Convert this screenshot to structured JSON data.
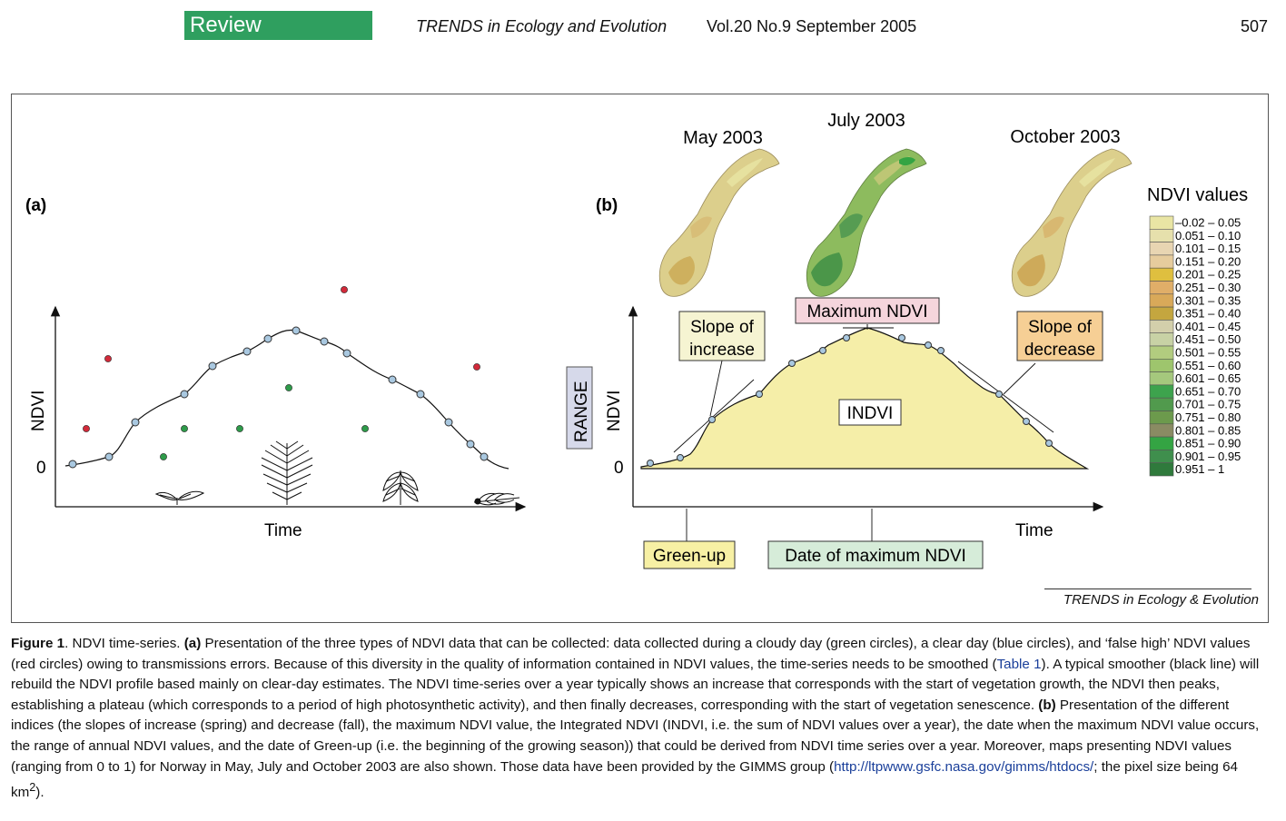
{
  "header": {
    "section": "Review",
    "journal": "TRENDS in Ecology and Evolution",
    "volume": "Vol.20 No.9  September 2005",
    "page": "507"
  },
  "figure": {
    "credit": "TRENDS in Ecology & Evolution",
    "panel_a": {
      "label": "(a)",
      "ylabel": "NDVI",
      "xlabel": "Time",
      "zero": "0"
    },
    "panel_b": {
      "label": "(b)",
      "ylabel": "NDVI",
      "range_label": "RANGE",
      "xlabel": "Time",
      "zero": "0",
      "area_label": "INDVI",
      "max_label": "Maximum NDVI",
      "slope_inc": [
        "Slope of",
        "increase"
      ],
      "slope_dec": [
        "Slope of",
        "decrease"
      ],
      "greenup": "Green-up",
      "date_max": "Date of maximum NDVI",
      "colors": {
        "area": "#f5eea8",
        "max_box": "#f5d5dc",
        "slope_inc_box": "#f6f4d2",
        "slope_dec_box": "#f6cf95",
        "greenup_box": "#f7f0a4",
        "date_max_box": "#d6ecd9",
        "range_box": "#d6d9ea"
      }
    },
    "maps": [
      {
        "label": "May 2003"
      },
      {
        "label": "July 2003"
      },
      {
        "label": "October 2003"
      }
    ],
    "legend": {
      "title": "NDVI values",
      "items": [
        {
          "label": "–0.02 – 0.05",
          "color": "#e9e5a4"
        },
        {
          "label": "0.051 – 0.10",
          "color": "#e6e0ac"
        },
        {
          "label": "0.101 – 0.15",
          "color": "#e8d5b2"
        },
        {
          "label": "0.151 – 0.20",
          "color": "#e6cc9d"
        },
        {
          "label": "0.201 – 0.25",
          "color": "#dfbf3f"
        },
        {
          "label": "0.251 – 0.30",
          "color": "#e0ae68"
        },
        {
          "label": "0.301 – 0.35",
          "color": "#d9a959"
        },
        {
          "label": "0.351 – 0.40",
          "color": "#c4a63f"
        },
        {
          "label": "0.401 – 0.45",
          "color": "#d3cfab"
        },
        {
          "label": "0.451 – 0.50",
          "color": "#c8d2a5"
        },
        {
          "label": "0.501 – 0.55",
          "color": "#b2cc7f"
        },
        {
          "label": "0.551 – 0.60",
          "color": "#9ec56d"
        },
        {
          "label": "0.601 – 0.65",
          "color": "#a5c87d"
        },
        {
          "label": "0.651 – 0.70",
          "color": "#3da34d"
        },
        {
          "label": "0.701 – 0.75",
          "color": "#519a4d"
        },
        {
          "label": "0.751 – 0.80",
          "color": "#6c9a4c"
        },
        {
          "label": "0.801 – 0.85",
          "color": "#8a8b63"
        },
        {
          "label": "0.851 – 0.90",
          "color": "#34a443"
        },
        {
          "label": "0.901 – 0.95",
          "color": "#3f8f4d"
        },
        {
          "label": "0.951 – 1",
          "color": "#2f7a3c"
        }
      ]
    }
  },
  "caption": {
    "title": "Figure 1",
    "title_rest": ". NDVI time-series. ",
    "a_label": "(a)",
    "text1": " Presentation of the three types of NDVI data that can be collected: data collected during a cloudy day (green circles), a clear day (blue circles), and ‘false high’ NDVI values (red circles) owing to transmissions errors. Because of this diversity in the quality of information contained in NDVI values, the time-series needs to be smoothed (",
    "table_link": "Table 1",
    "text2": "). A typical smoother (black line) will rebuild the NDVI profile based mainly on clear-day estimates. The NDVI time-series over a year typically shows an increase that corresponds with the start of vegetation growth, the NDVI then peaks, establishing a plateau (which corresponds to a period of high photosynthetic activity), and then finally decreases, corresponding with the start of vegetation senescence. ",
    "b_label": "(b)",
    "text3": " Presentation of the different indices (the slopes of increase (spring) and decrease (fall), the maximum NDVI value, the Integrated NDVI (INDVI, i.e. the sum of NDVI values over a year), the date when the maximum NDVI value occurs, the range of annual NDVI values, and the date of Green-up (i.e. the beginning of the growing season)) that could be derived from NDVI time series over a year. Moreover, maps presenting NDVI values (ranging from 0 to 1) for Norway in May, July and October 2003 are also shown. Those data have been provided by the GIMMS group (",
    "url": "http://ltpwww.gsfc.nasa.gov/gimms/htdocs/",
    "text4": "; the pixel size being 64 km",
    "sup": "2",
    "text5": ")."
  }
}
